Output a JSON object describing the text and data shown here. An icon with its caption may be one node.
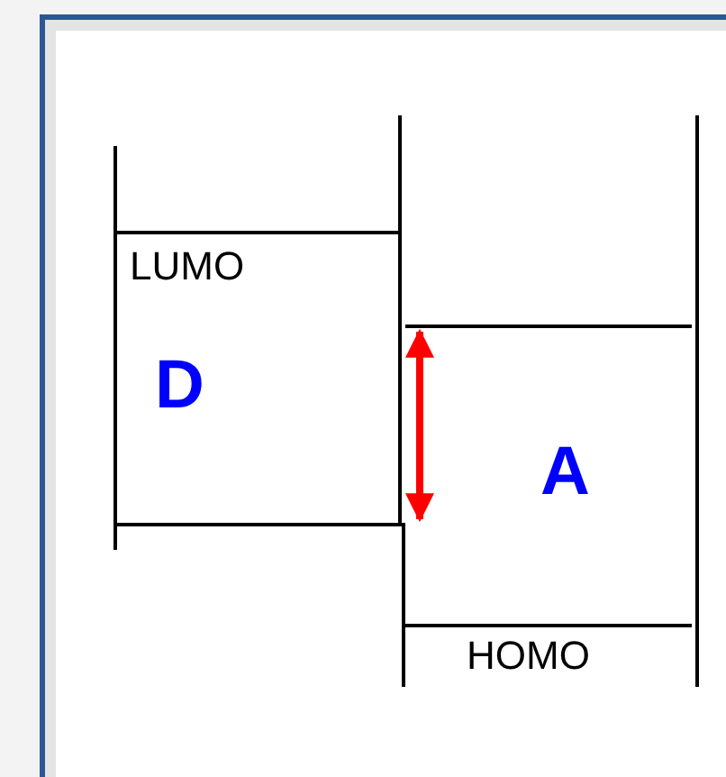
{
  "diagram": {
    "labels": [
      "LUMO",
      "D",
      "A",
      "HOMO"
    ]
  }
}
